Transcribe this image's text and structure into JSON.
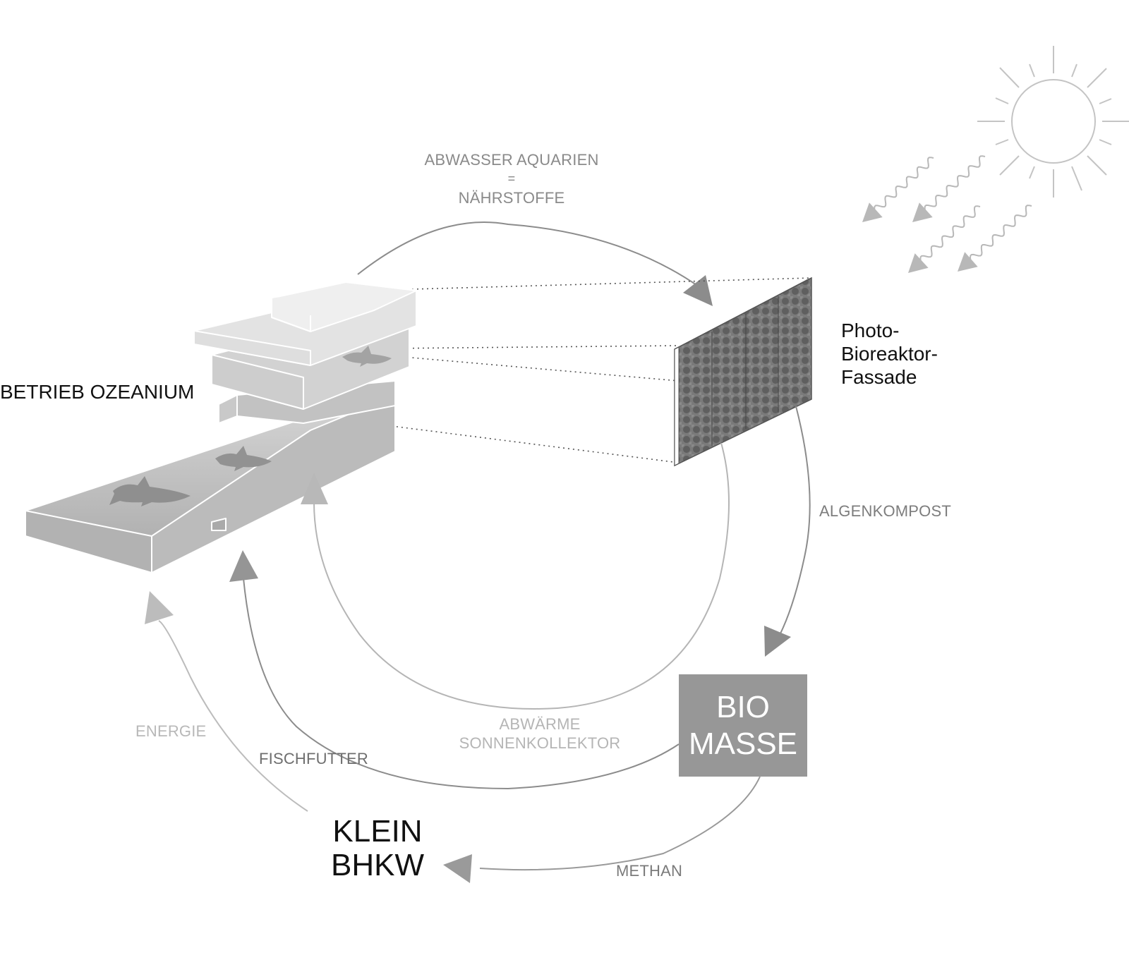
{
  "diagram": {
    "title": "Stoffkreislauf Ozeanium / Photo-Bioreaktor",
    "nodes": {
      "ozeanium": {
        "label": "BETRIEB OZEANIUM"
      },
      "facade": {
        "lines": [
          "Photo-",
          "Bioreaktor-",
          "Fassade"
        ]
      },
      "biomasse": {
        "lines": [
          "BIO",
          "MASSE"
        ]
      },
      "bhkw": {
        "lines": [
          "KLEIN",
          "BHKW"
        ]
      },
      "sun": {
        "icon": "sun-icon"
      }
    },
    "flows": {
      "abwasser": {
        "lines": [
          "ABWASSER AQUARIEN",
          "=",
          "NÄHRSTOFFE"
        ],
        "from": "ozeanium",
        "to": "facade"
      },
      "algenkompost": {
        "label": "ALGENKOMPOST",
        "from": "facade",
        "to": "biomasse"
      },
      "methan": {
        "label": "METHAN",
        "from": "biomasse",
        "to": "bhkw"
      },
      "energie": {
        "label": "ENERGIE",
        "from": "bhkw",
        "to": "ozeanium"
      },
      "fischfutter": {
        "label": "FISCHFUTTER",
        "from": "biomasse",
        "to": "ozeanium"
      },
      "abwaerme": {
        "lines": [
          "ABWÄRME",
          "SONNENKOLLEKTOR"
        ],
        "from": "facade",
        "to": "ozeanium"
      },
      "sunlight": {
        "icon": "wavy-arrow-icon",
        "count": 4,
        "from": "sun",
        "to": "facade"
      }
    },
    "colors": {
      "text_dark": "#111111",
      "arrow_dark": "#8c8c8c",
      "arrow_mid": "#a0a0a0",
      "arrow_light": "#b8b8b8",
      "box_fill": "#979797",
      "building_light": "#ececec",
      "building_dark": "#b4b4b4",
      "shark": "#8f8f8f",
      "panel": "#707070"
    }
  }
}
